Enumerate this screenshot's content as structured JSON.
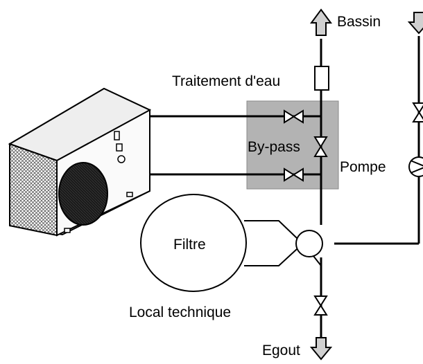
{
  "labels": {
    "bassin": "Bassin",
    "traitement": "Traitement d'eau",
    "bypass": "By-pass",
    "pompe": "Pompe",
    "filtre": "Filtre",
    "local": "Local technique",
    "egout": "Egout"
  },
  "colors": {
    "bypass_box": "#b3b3b3",
    "arrow_fill": "#d0d0d0",
    "line": "#000000",
    "heat_pump_body": "#ffffff",
    "fan_grille": "#1a1a1a"
  },
  "icons": [
    "heat-pump-unit",
    "valve",
    "pump",
    "multiport-valve",
    "filter",
    "water-treatment",
    "flow-arrow"
  ]
}
